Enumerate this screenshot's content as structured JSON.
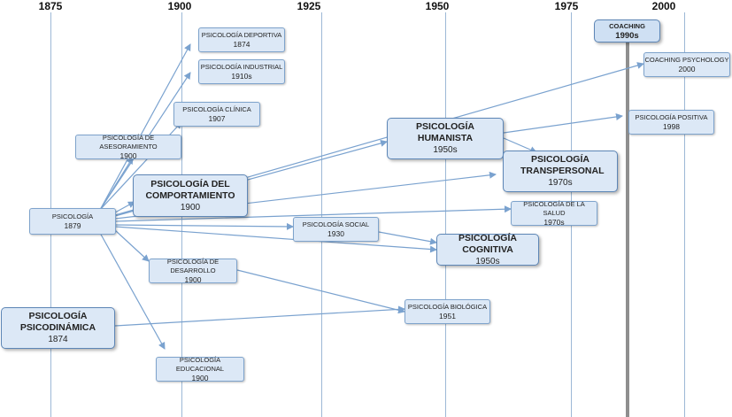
{
  "timeline": {
    "years": [
      "1875",
      "1900",
      "1925",
      "1950",
      "1975",
      "2000"
    ]
  },
  "nodes": {
    "psicologia": {
      "title": "PSICOLOGÍA",
      "date": "1879"
    },
    "deportiva": {
      "title": "PSICOLOGÍA DEPORTIVA",
      "date": "1874"
    },
    "industrial": {
      "title": "PSICOLOGÍA INDUSTRIAL",
      "date": "1910s"
    },
    "clinica": {
      "title": "PSICOLOGÍA CLÍNICA",
      "date": "1907"
    },
    "asesoramiento": {
      "title": "PSICOLOGÍA DE ASESORAMIENTO",
      "date": "1900"
    },
    "comportamiento": {
      "title": "PSICOLOGÍA DEL COMPORTAMIENTO",
      "date": "1900"
    },
    "humanista": {
      "title": "PSICOLOGÍA HUMANISTA",
      "date": "1950s"
    },
    "transpersonal": {
      "title": "PSICOLOGÍA TRANSPERSONAL",
      "date": "1970s"
    },
    "social": {
      "title": "PSICOLOGÍA SOCIAL",
      "date": "1930"
    },
    "cognitiva": {
      "title": "PSICOLOGÍA COGNITIVA",
      "date": "1950s"
    },
    "salud": {
      "title": "PSICOLOGÍA DE LA SALUD",
      "date": "1970s"
    },
    "desarrollo": {
      "title": "PSICOLOGÍA DE DESARROLLO",
      "date": "1900"
    },
    "psicodinamica": {
      "title": "PSICOLOGÍA PSICODINÁMICA",
      "date": "1874"
    },
    "biologica": {
      "title": "PSICOLOGÍA BIOLÓGICA",
      "date": "1951"
    },
    "educacional": {
      "title": "PSICOLOGÍA EDUCACIONAL",
      "date": "1900"
    },
    "coaching": {
      "title": "COACHING",
      "date": "1990s"
    },
    "coaching_psych": {
      "title": "COACHING PSYCHOLOGY",
      "date": "2000"
    },
    "positiva": {
      "title": "PSICOLOGÍA POSITIVA",
      "date": "1998"
    }
  },
  "colors": {
    "box_fill": "#dce8f6",
    "box_border": "#7ea3cc",
    "arrow": "#7aa2cf",
    "gridline": "#9cb8d6",
    "marker_line": "#8f8f8f"
  }
}
